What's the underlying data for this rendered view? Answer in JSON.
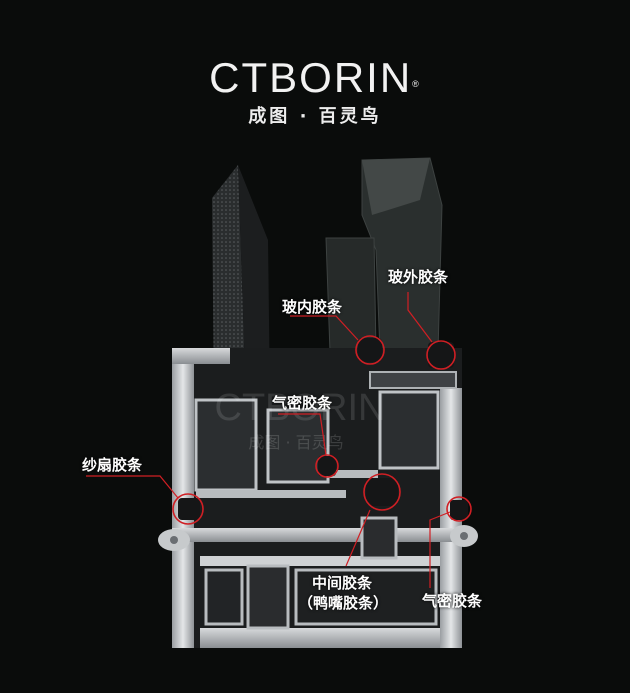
{
  "brand": {
    "name": "CTBORIN",
    "registered_mark": "®",
    "tagline": "成图 · 百灵鸟"
  },
  "watermark": {
    "name": "CTBORIN",
    "tagline": "成图 · 百灵鸟"
  },
  "labels": {
    "glass_outer_seal": "玻外胶条",
    "glass_inner_seal": "玻内胶条",
    "air_seal_upper": "气密胶条",
    "screen_sash_seal": "纱扇胶条",
    "middle_seal": "中间胶条",
    "duckbill_seal": "（鸭嘴胶条）",
    "air_seal_lower": "气密胶条"
  },
  "colors": {
    "background": "#0a0c0b",
    "leader_line": "#d01f24",
    "profile_light": "#c9cccf",
    "profile_dark": "#4a4d50",
    "glass": "#2b2f2f"
  }
}
